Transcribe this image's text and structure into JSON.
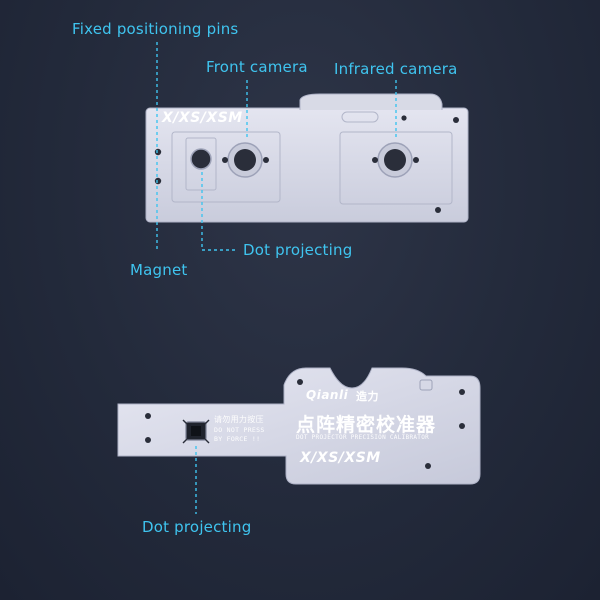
{
  "callouts": {
    "fixed_pins": "Fixed positioning pins",
    "front_camera": "Front camera",
    "infrared_camera": "Infrared camera",
    "magnet": "Magnet",
    "dot_projecting_top": "Dot projecting",
    "dot_projecting_bottom": "Dot projecting"
  },
  "top_plate": {
    "model_label": "X/XS/XSM"
  },
  "bottom_plate": {
    "brand": "Qianli",
    "brand_cn": "造力",
    "cn_title": "点阵精密校准器",
    "en_subtitle": "DOT PROJECTOR PRECISION CALIBRATOR",
    "warning_cn": "请勿用力按压",
    "warning_en_1": "DO NOT PRESS",
    "warning_en_2": "BY FORCE !!",
    "model_label": "X/XS/XSM"
  },
  "colors": {
    "callout": "#3fc4ef",
    "plate": "#d9dbe8"
  }
}
